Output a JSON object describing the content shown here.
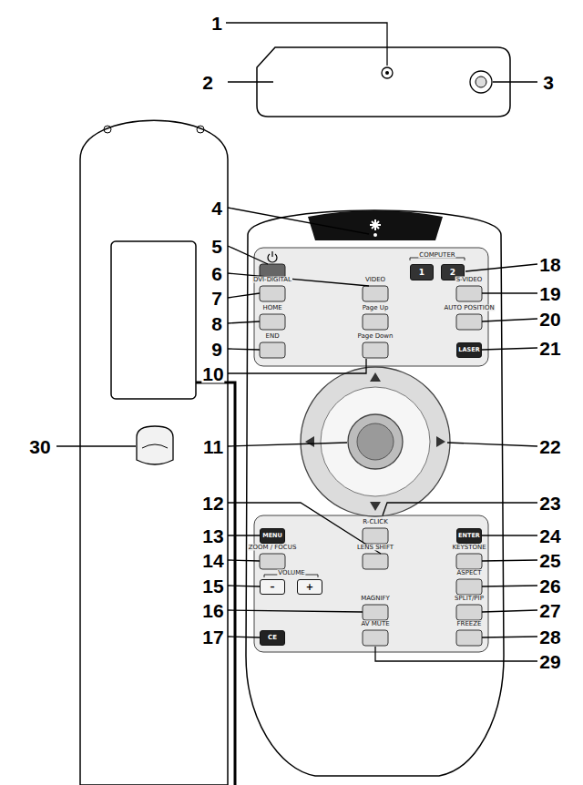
{
  "diagram": {
    "nodes": [
      {
        "text": [
          "1"
        ]
      },
      {
        "text": [
          "2"
        ]
      },
      {
        "text": [
          "LASER"
        ]
      },
      {
        "text": [
          "MENU"
        ]
      },
      {
        "text": [
          "ENTER"
        ]
      },
      {
        "text": [
          "CE"
        ]
      },
      {
        "text": [
          "–"
        ]
      },
      {
        "text": [
          "+"
        ]
      }
    ],
    "labels": [
      "1",
      "2",
      "3",
      "4",
      "5",
      "6",
      "7",
      "8",
      "9",
      "10",
      "11",
      "12",
      "13",
      "14",
      "15",
      "16",
      "17",
      "18",
      "19",
      "20",
      "21",
      "22",
      "23",
      "24",
      "25",
      "26",
      "27",
      "28",
      "29",
      "30",
      "COMPUTER",
      "VIDEO",
      "S-VIDEO",
      "DVI-DIGITAL",
      "HOME",
      "Page Up",
      "AUTO POSITION",
      "END",
      "Page Down",
      "R-CLICK",
      "ZOOM / FOCUS",
      "LENS SHIFT",
      "KEYSTONE",
      "VOLUME",
      "ASPECT",
      "MAGNIFY",
      "SPLIT/PIP",
      "AV MUTE",
      "FREEZE"
    ]
  }
}
